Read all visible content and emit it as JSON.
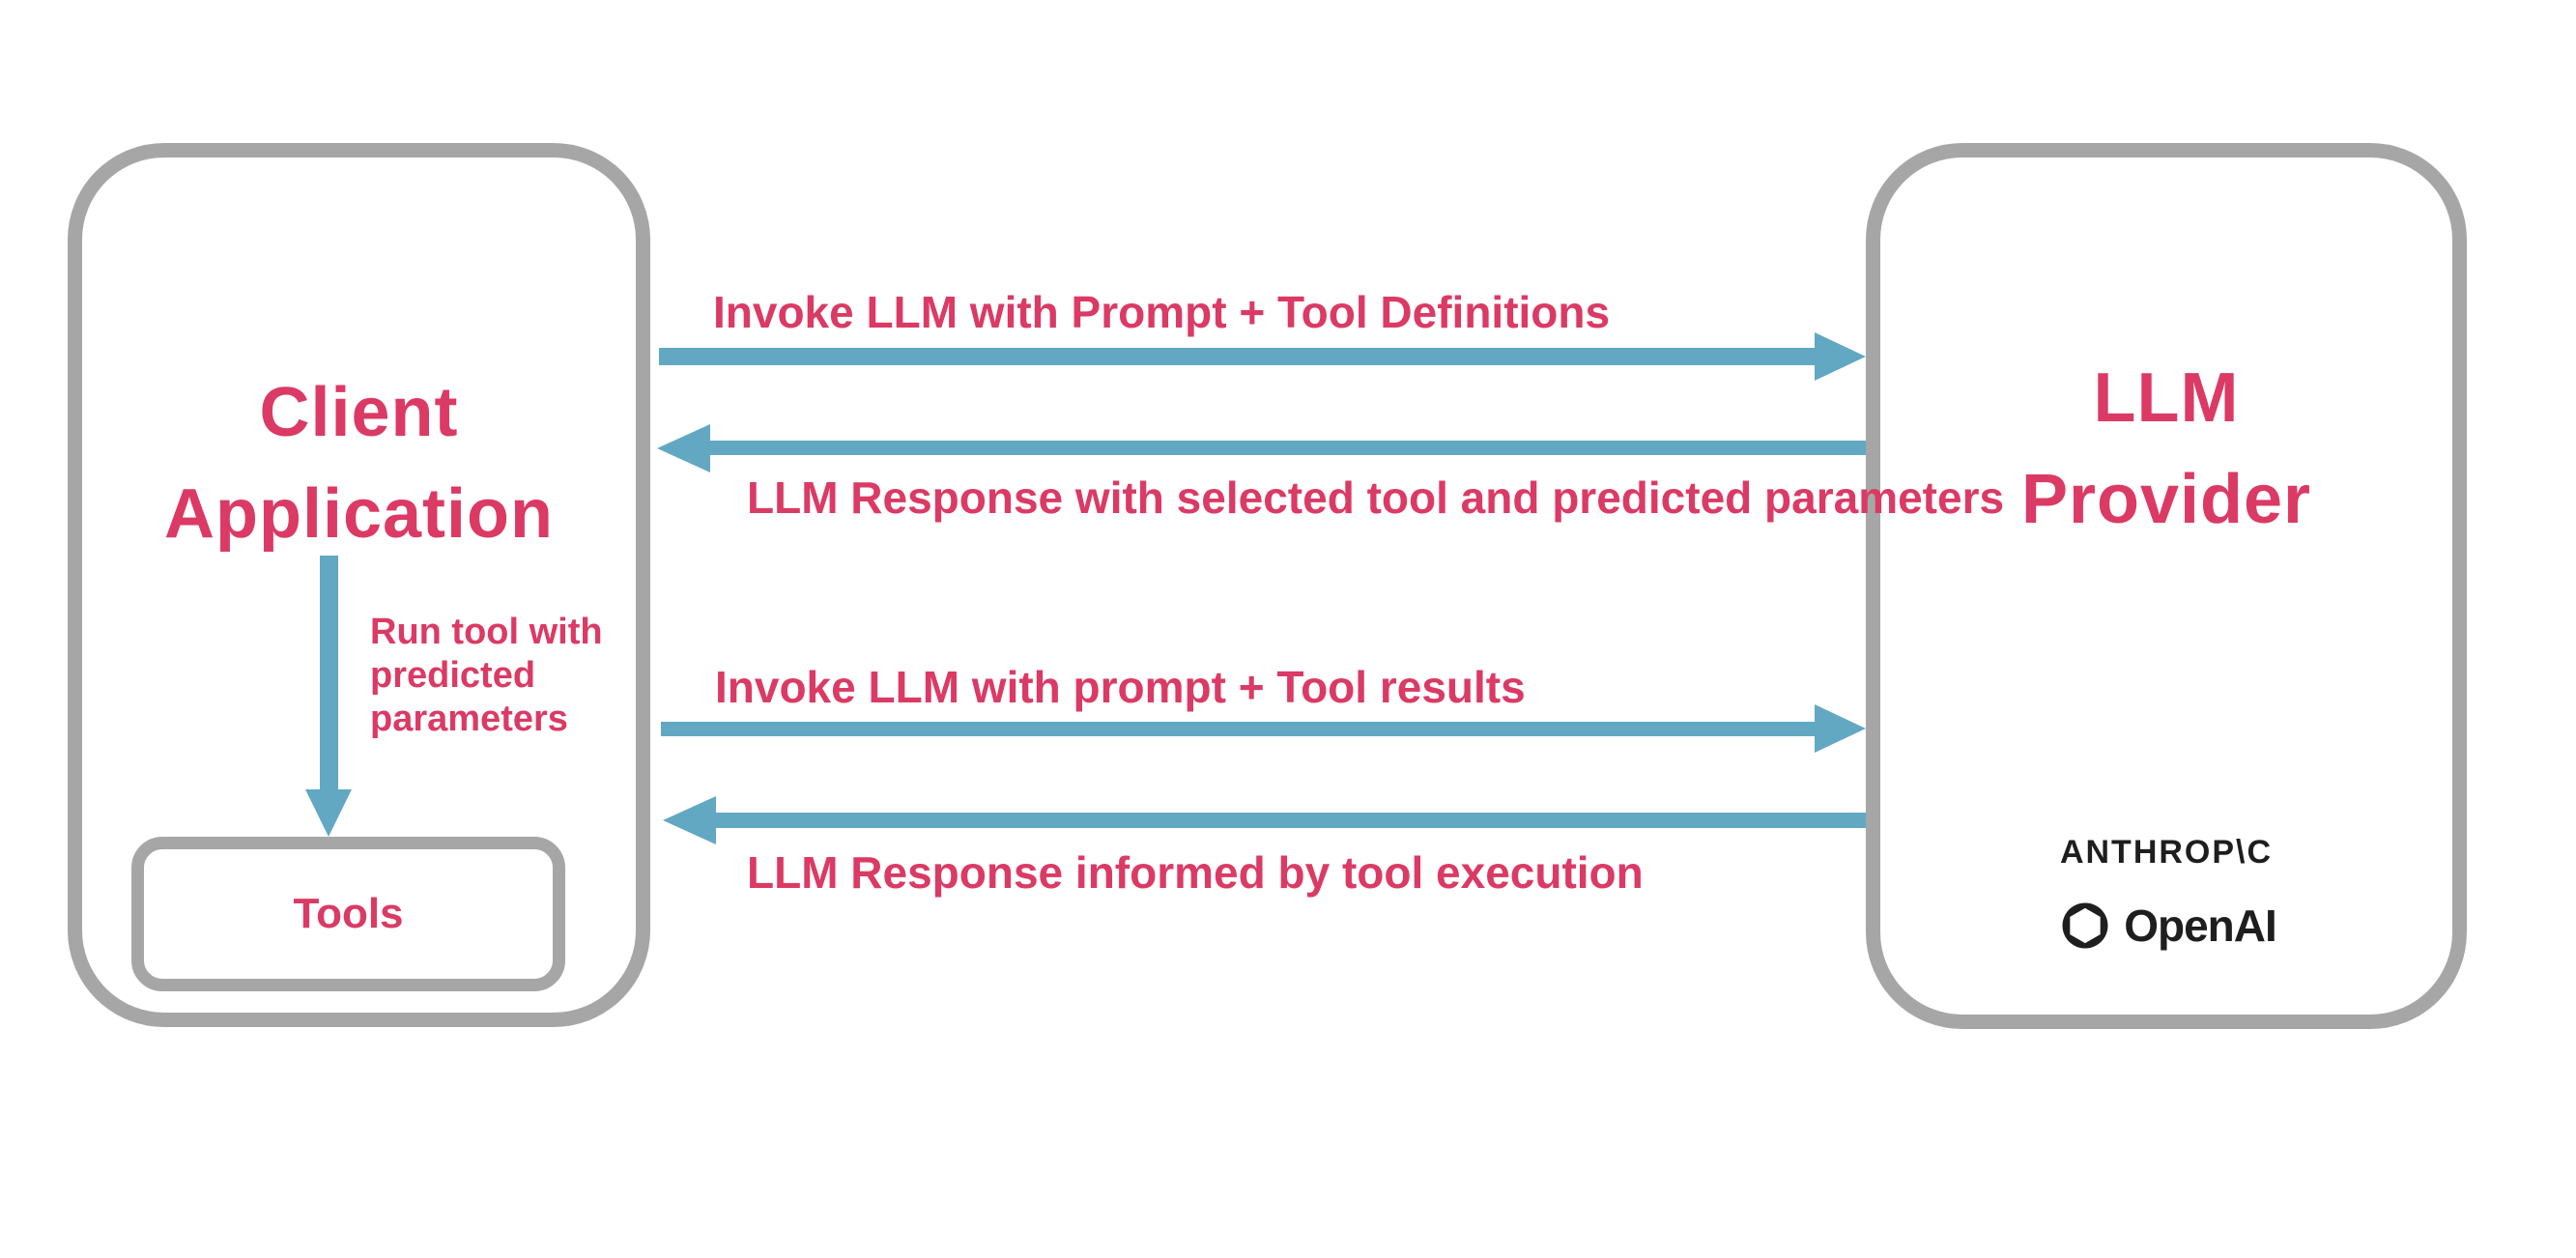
{
  "diagram": {
    "client_box": {
      "title_lines": [
        "Client",
        "Application"
      ],
      "tool_run_label_lines": [
        "Run tool with",
        "predicted",
        "parameters"
      ],
      "tools_box_label": "Tools"
    },
    "provider_box": {
      "title_lines": [
        "LLM",
        "Provider"
      ],
      "anthropic_logo_text": "ANTHROP\\C",
      "openai_logo_text": "OpenAI"
    },
    "messages": [
      {
        "direction": "right",
        "label_position": "above",
        "label": "Invoke LLM with Prompt + Tool Definitions"
      },
      {
        "direction": "left",
        "label_position": "below",
        "label": "LLM Response with selected tool and predicted parameters"
      },
      {
        "direction": "right",
        "label_position": "above",
        "label": "Invoke LLM with prompt + Tool results"
      },
      {
        "direction": "left",
        "label_position": "below",
        "label": "LLM Response informed by tool execution"
      }
    ],
    "colors": {
      "text_pink": "#DB3A65",
      "arrow_blue": "#62A8C3",
      "border_gray": "#A6A6A6",
      "logo_black": "#1E1E1E"
    }
  }
}
